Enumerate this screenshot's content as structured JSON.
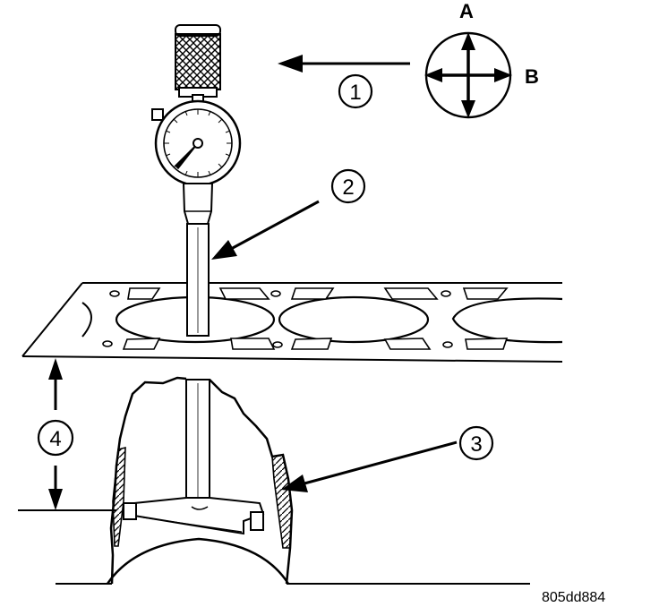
{
  "direction_labels": {
    "a": "A",
    "b": "B"
  },
  "callouts": [
    {
      "number": "1"
    },
    {
      "number": "2"
    },
    {
      "number": "3"
    },
    {
      "number": "4"
    }
  ],
  "figure_code": "805dd884"
}
